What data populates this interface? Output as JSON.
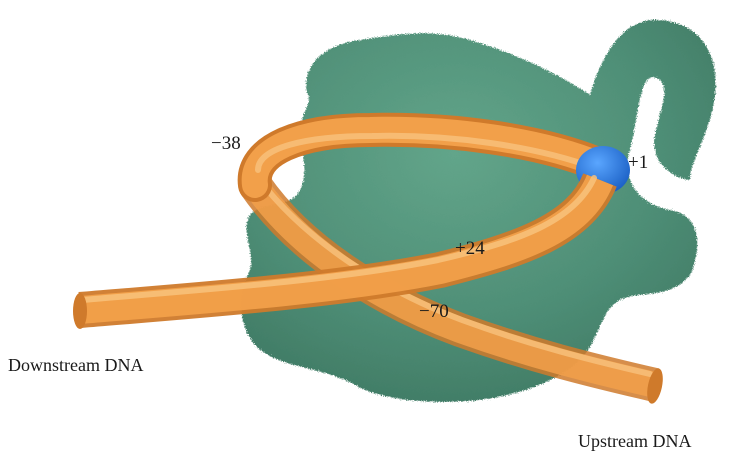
{
  "colors": {
    "protein": "#4f8f77",
    "protein_light": "#5f9e86",
    "dna": "#f2a04a",
    "dna_dark": "#cf7a2b",
    "dna_light": "#f8c27d",
    "start_site": "#1f6fd6"
  },
  "labels": {
    "pos_minus38": "−38",
    "pos_plus1": "+1",
    "pos_plus24": "+24",
    "pos_minus70": "−70",
    "downstream": "Downstream DNA",
    "upstream": "Upstream DNA"
  }
}
